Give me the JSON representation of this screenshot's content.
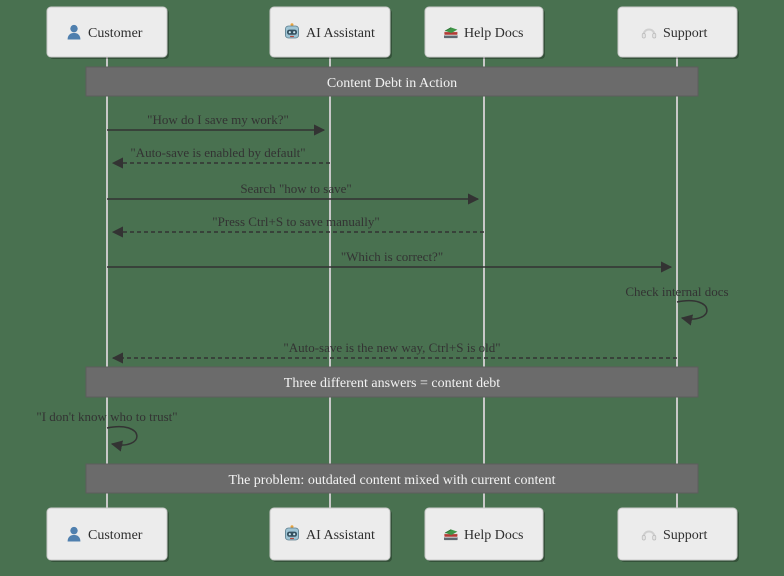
{
  "diagram": {
    "bands": [
      {
        "label": "Content Debt in Action"
      },
      {
        "label": "Three different answers = content debt"
      },
      {
        "label": "The problem: outdated content mixed with current content"
      }
    ],
    "actors": [
      {
        "name": "Customer",
        "icon": "person-icon"
      },
      {
        "name": "AI Assistant",
        "icon": "robot-icon"
      },
      {
        "name": "Help Docs",
        "icon": "books-icon"
      },
      {
        "name": "Support",
        "icon": "headphones-icon"
      }
    ],
    "messages": [
      {
        "from": "Customer",
        "to": "AI Assistant",
        "style": "solid",
        "label": "\"How do I save my work?\""
      },
      {
        "from": "AI Assistant",
        "to": "Customer",
        "style": "dashed",
        "label": "\"Auto-save is enabled by default\""
      },
      {
        "from": "Customer",
        "to": "Help Docs",
        "style": "solid",
        "label": "Search \"how to save\""
      },
      {
        "from": "Help Docs",
        "to": "Customer",
        "style": "dashed",
        "label": "\"Press Ctrl+S to save manually\""
      },
      {
        "from": "Customer",
        "to": "Support",
        "style": "solid",
        "label": "\"Which is correct?\""
      },
      {
        "from": "Support",
        "to": "Support",
        "style": "self",
        "label": "Check internal docs"
      },
      {
        "from": "Support",
        "to": "Customer",
        "style": "dashed",
        "label": "\"Auto-save is the new way, Ctrl+S is old\""
      },
      {
        "from": "Customer",
        "to": "Customer",
        "style": "self",
        "label": "\"I don't know who to trust\""
      }
    ]
  },
  "colors": {
    "bg": "#497150",
    "box-fill": "#ececec",
    "box-stroke": "#c9c9c9",
    "band-fill": "#6b6b6b",
    "band-text": "#f2f2f2",
    "line": "#333333",
    "lifeline": "#c8c8c8"
  }
}
